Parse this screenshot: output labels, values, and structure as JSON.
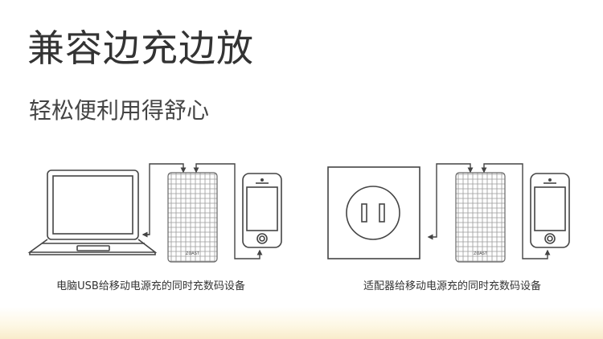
{
  "headline": "兼容边充边放",
  "subheadline": "轻松便利用得舒心",
  "scenarios": [
    {
      "caption": "电脑USB给移动电源充的同时充数码设备"
    },
    {
      "caption": "适配器给移动电源充的同时充数码设备"
    }
  ],
  "power_bank": {
    "brand": "ZOAST"
  },
  "colors": {
    "line": "#444444",
    "grid": "#9a9a9a",
    "glow": "#f9eccb"
  }
}
